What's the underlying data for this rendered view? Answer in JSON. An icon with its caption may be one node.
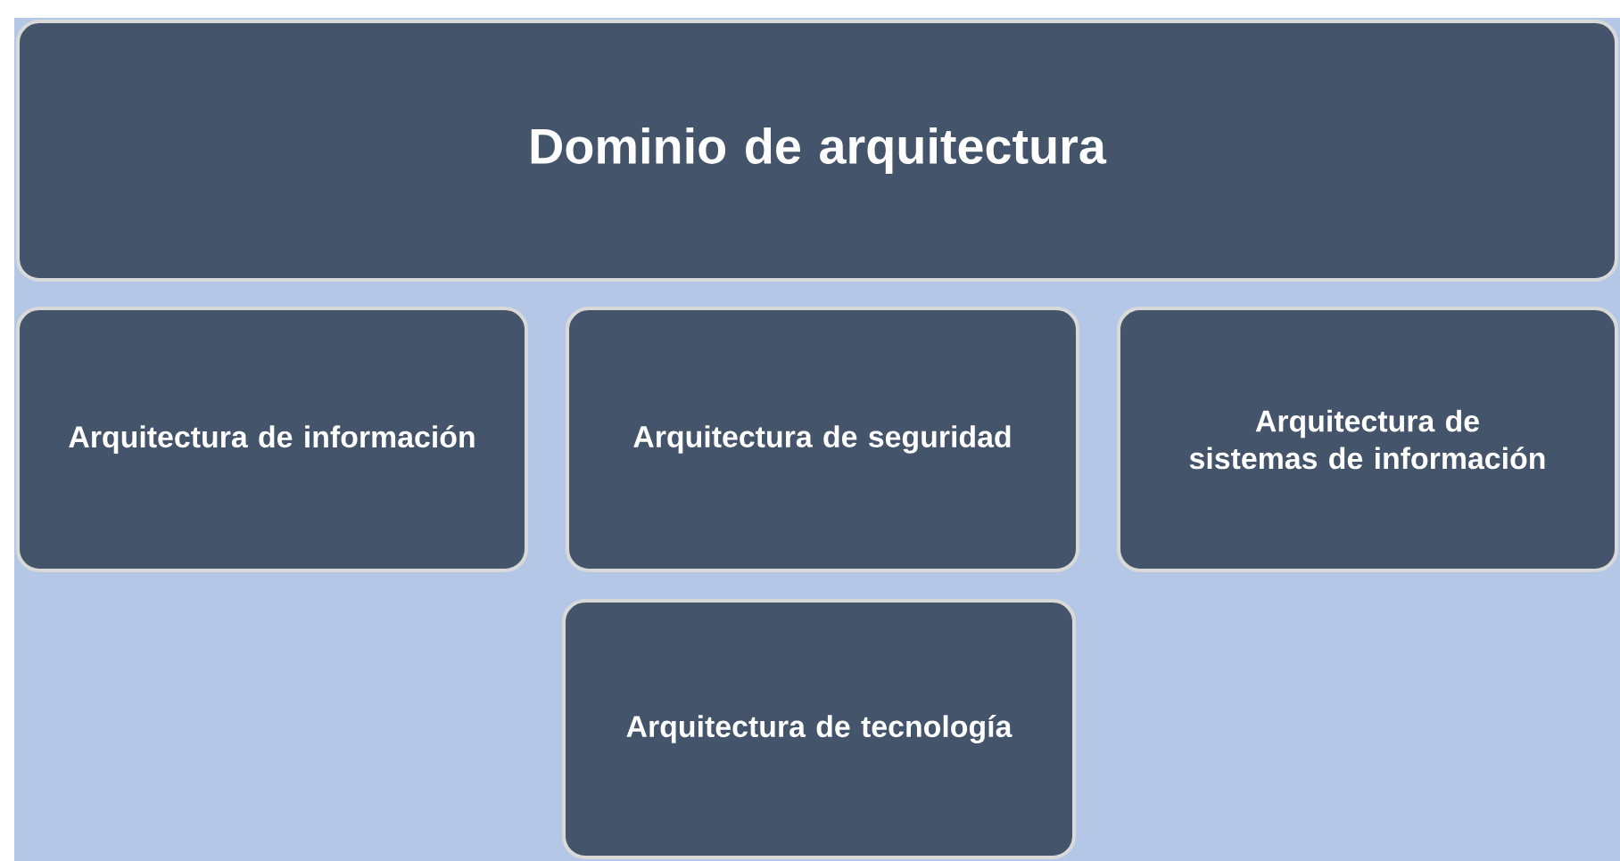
{
  "diagram": {
    "nodes": [
      {
        "text": [
          "Dominio de arquitectura"
        ]
      },
      {
        "text": [
          "Arquitectura de información"
        ]
      },
      {
        "text": [
          "Arquitectura de seguridad"
        ]
      },
      {
        "text": [
          "Arquitectura de sistemas de información"
        ]
      },
      {
        "text": [
          "Arquitectura de tecnología"
        ]
      }
    ]
  }
}
